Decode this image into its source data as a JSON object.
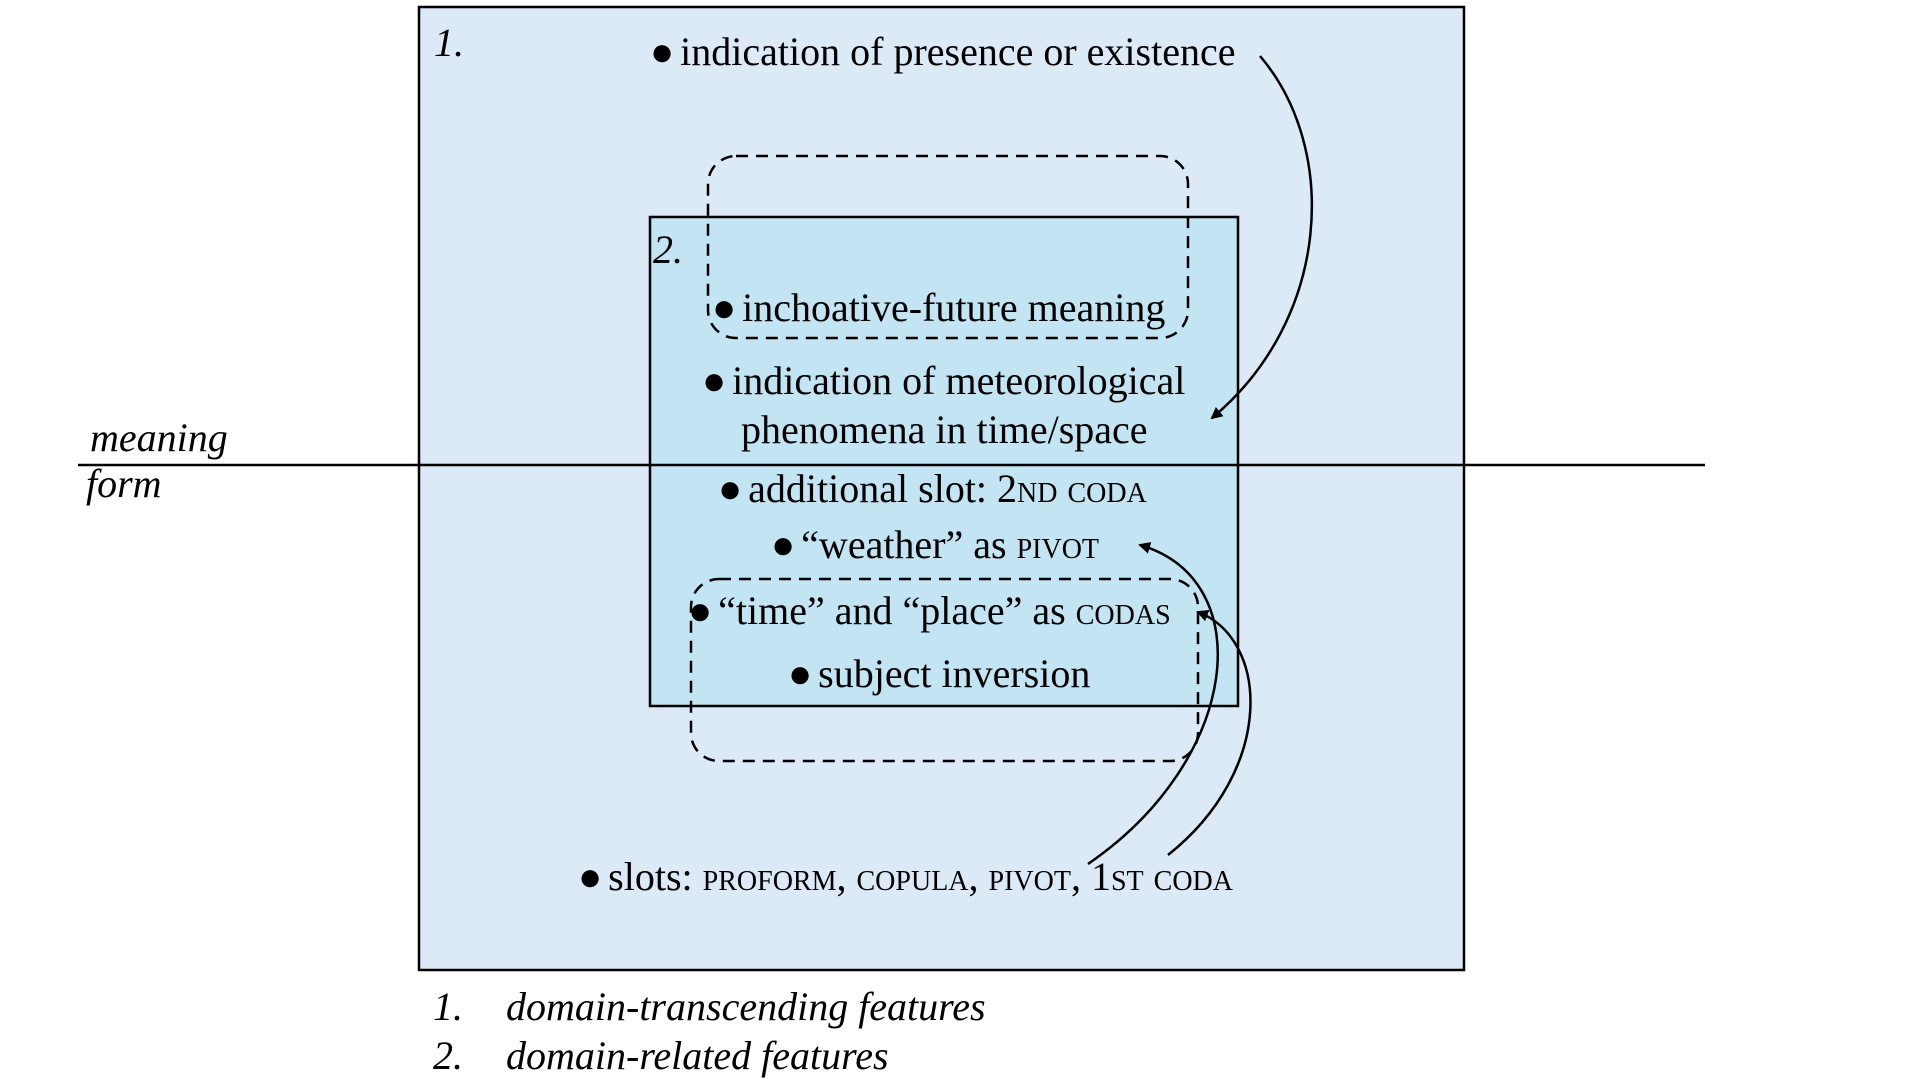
{
  "box1": {
    "number": "1."
  },
  "box2": {
    "number": "2."
  },
  "axis": {
    "meaning": "meaning",
    "form": "form"
  },
  "features": {
    "presence": "indication of presence or existence",
    "inchoative": "inchoative-future meaning",
    "meteo_line1": "indication of meteorological",
    "meteo_line2": "phenomena in time/space",
    "additional_slot": {
      "text": "additional slot: 2",
      "sc": "nd coda"
    },
    "weather_pivot": {
      "text": "“weather” as ",
      "sc": "pivot"
    },
    "time_place": {
      "text": "“time” and “place” as ",
      "sc": "codas"
    },
    "subject_inversion": "subject inversion",
    "slots": {
      "prefix": "slots: ",
      "proform": "proform",
      "sep1": ", ",
      "copula": "copula",
      "sep2": ", ",
      "pivot": "pivot",
      "sep3": ", 1",
      "coda": "st coda"
    }
  },
  "bullet": "●",
  "legend": [
    {
      "number": "1.",
      "text": "domain-transcending features"
    },
    {
      "number": "2.",
      "text": "domain-related features"
    }
  ],
  "colors": {
    "outer_fill": "#dce9f6",
    "inner_fill": "#c2e4f3",
    "stroke": "#000000"
  }
}
